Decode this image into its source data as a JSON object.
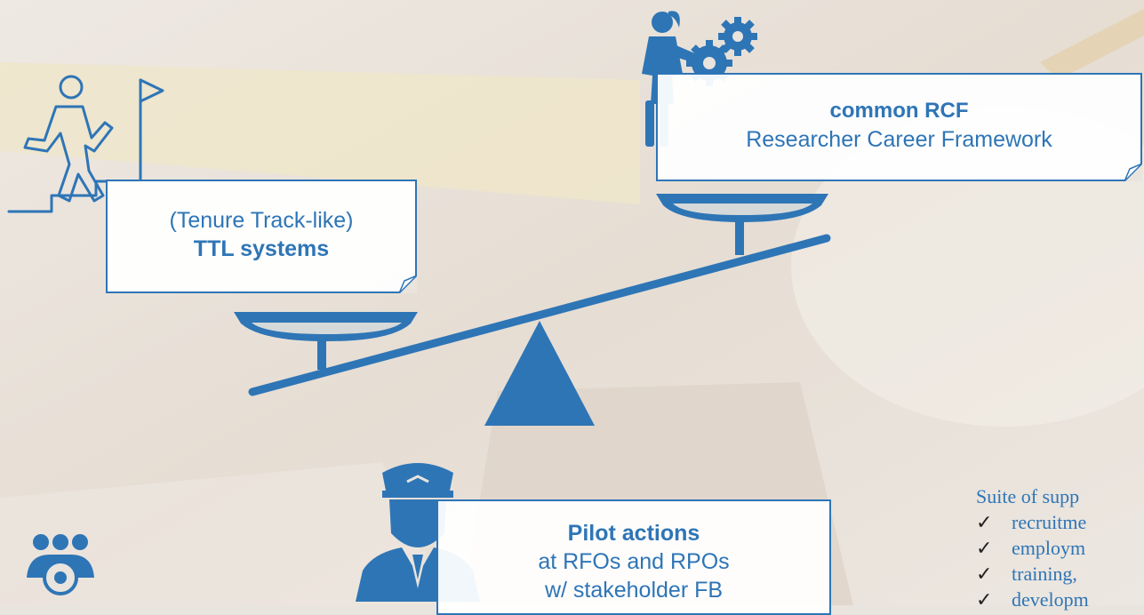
{
  "cards": {
    "ttl": {
      "line1": "(Tenure Track-like)",
      "line2": "TTL systems"
    },
    "rcf": {
      "line1": "common RCF",
      "line2": "Researcher Career Framework"
    },
    "pilot": {
      "line1": "Pilot actions",
      "line2": "at RFOs and RPOs",
      "line3": "w/ stakeholder FB"
    }
  },
  "support": {
    "heading": "Suite of supp",
    "items": [
      "recruitme",
      "employm",
      "training,",
      "developm"
    ],
    "check_symbol": "✓"
  },
  "cut_text": "",
  "icons": [
    "climber-flag-icon",
    "woman-gears-icon",
    "pilot-icon",
    "team-target-icon",
    "balance-scale-icon"
  ],
  "colors": {
    "accent": "#2e75b6",
    "text": "#2e75b6"
  }
}
